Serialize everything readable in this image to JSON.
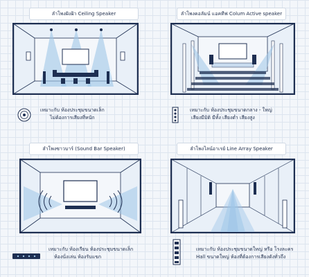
{
  "panels": [
    {
      "title": "ลำโพงฝังฝ้า Ceiling Speaker",
      "desc_line1": "เหมาะกับ ห้องประชุมขนาดเล็ก",
      "desc_line2": "ไม่ต้องการเสียงที่หนัก",
      "icon": "ceiling-speaker-icon"
    },
    {
      "title": "ลำโพงคอลัมน์ แอคทีฟ Colum Active speaker",
      "desc_line1": "เหมาะกับ ห้องประชุมขนาดกลาง - ใหญ่",
      "desc_line2": "เสียงมีมิติ มีทั้ง เสียงต่ำ เสียงสูง",
      "icon": "column-speaker-icon"
    },
    {
      "title": "ลำโพงซาวบาร์ (Sound Bar Speaker)",
      "desc_line1": "เหมาะกับ ห้องเรียน ห้องประชุมขนาดเล็ก",
      "desc_line2": "ห้องนั่งเล่น ห้องรับแขก",
      "icon": "sound-bar-icon"
    },
    {
      "title": "ลำโพงไลน์อาเรย์ Line Array Speaker",
      "desc_line1": "เหมาะกับ ห้องประชุมขนาดใหญ่ หรือ โรงละคร",
      "desc_line2": "Hall ขนาดใหญ่ ห้องที่ต้องการเสียงดังทั่วถึง",
      "icon": "line-array-icon"
    }
  ],
  "colors": {
    "frame": "#1e2f52",
    "beam": "#9fc6e8",
    "room_fill": "#e9f0f8",
    "background": "#f3f6fa"
  }
}
